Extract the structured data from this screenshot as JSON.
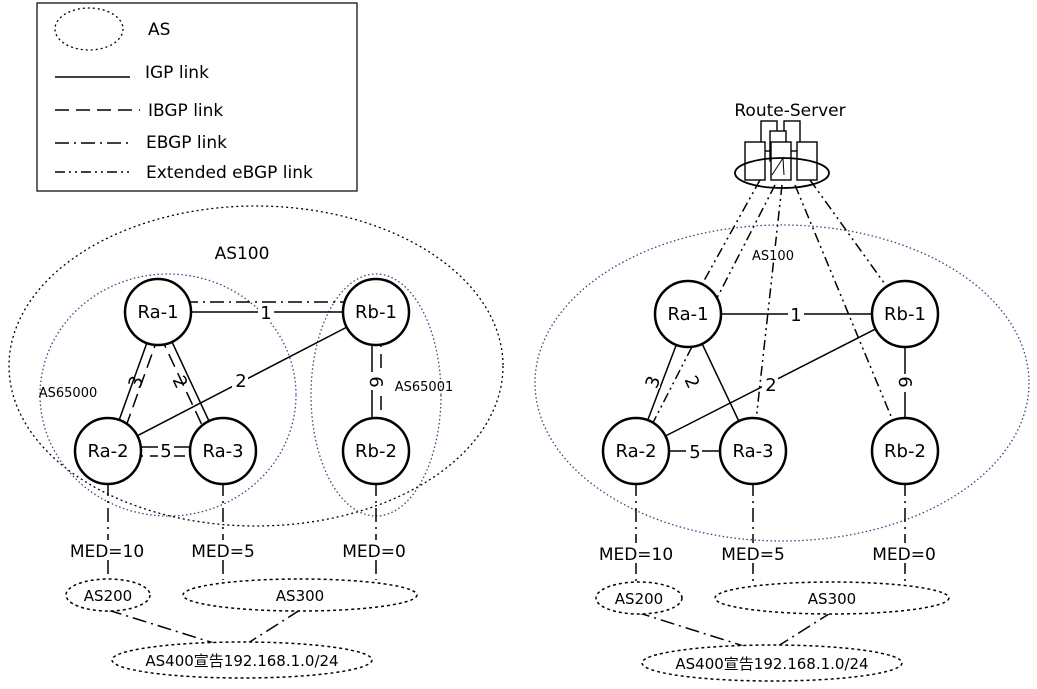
{
  "legend": {
    "as_label": "AS",
    "igp_label": "IGP link",
    "ibgp_label": "IBGP link",
    "ebgp_label": "EBGP link",
    "ext_label": "Extended eBGP link"
  },
  "left": {
    "as100_label": "AS100",
    "as65000_label": "AS65000",
    "as65001_label": "AS65001",
    "nodes": {
      "ra1": "Ra-1",
      "rb1": "Rb-1",
      "ra2": "Ra-2",
      "ra3": "Ra-3",
      "rb2": "Rb-2"
    },
    "costs": {
      "ra1_rb1": "1",
      "ra1_ra2": "3",
      "ra1_ra3": "2",
      "rb1_ra2": "2",
      "ra2_ra3": "5",
      "rb1_rb2": "6"
    },
    "med": {
      "ra2": "MED=10",
      "ra3": "MED=5",
      "rb2": "MED=0"
    },
    "ext_as": {
      "as200": "AS200",
      "as300": "AS300",
      "as400": "AS400宣告192.168.1.0/24"
    }
  },
  "right": {
    "route_server_label": "Route-Server",
    "as100_label": "AS100",
    "nodes": {
      "ra1": "Ra-1",
      "rb1": "Rb-1",
      "ra2": "Ra-2",
      "ra3": "Ra-3",
      "rb2": "Rb-2"
    },
    "costs": {
      "ra1_rb1": "1",
      "ra1_ra2": "3",
      "ra1_ra3": "2",
      "rb1_ra2": "2",
      "ra2_ra3": "5",
      "rb1_rb2": "6"
    },
    "med": {
      "ra2": "MED=10",
      "ra3": "MED=5",
      "rb2": "MED=0"
    },
    "ext_as": {
      "as200": "AS200",
      "as300": "AS300",
      "as400": "AS400宣告192.168.1.0/24"
    }
  }
}
